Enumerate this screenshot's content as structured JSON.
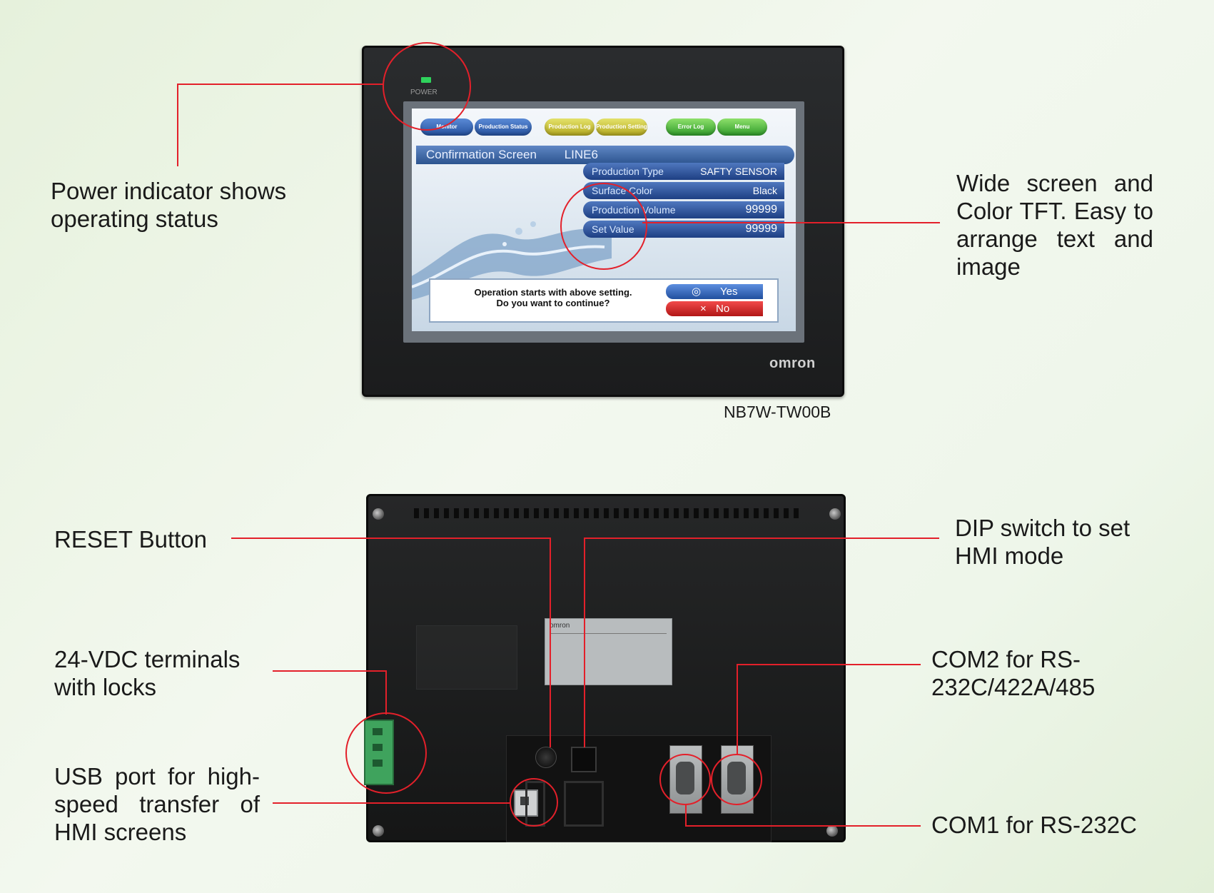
{
  "front": {
    "power_label": "POWER",
    "tabs": [
      "Monitor",
      "Production Status",
      "Production Log",
      "Production Setting",
      "Error Log",
      "Menu"
    ],
    "screen_title": "Confirmation Screen",
    "line_label": "LINE6",
    "fields": [
      {
        "label": "Production Type",
        "value": "SAFTY SENSOR"
      },
      {
        "label": "Surface Color",
        "value": "Black"
      },
      {
        "label": "Production Volume",
        "value": "99999"
      },
      {
        "label": "Set Value",
        "value": "99999"
      }
    ],
    "confirm_line1": "Operation starts with above setting.",
    "confirm_line2": "Do you want to continue?",
    "yes_label": "Yes",
    "no_label": "No",
    "brand": "omron",
    "model": "NB7W-TW00B"
  },
  "rear": {
    "label_brand": "omron"
  },
  "callouts": {
    "power": "Power indicator shows operating status",
    "screen": "Wide screen and Color TFT. Easy to arrange text and image",
    "reset": "RESET Button",
    "dip": "DIP switch to set HMI mode",
    "terminals": "24-VDC terminals with locks",
    "com2": "COM2 for RS-232C/422A/485",
    "usb": "USB port for high-speed transfer of HMI screens",
    "com1": "COM1 for RS-232C"
  },
  "colors": {
    "callout_line": "#e3202a",
    "tab_blue": "#25519e",
    "tab_yellow": "#b3a820",
    "tab_green": "#2f9b2a",
    "no_button": "#b11616",
    "power_led": "#2fd25c"
  }
}
